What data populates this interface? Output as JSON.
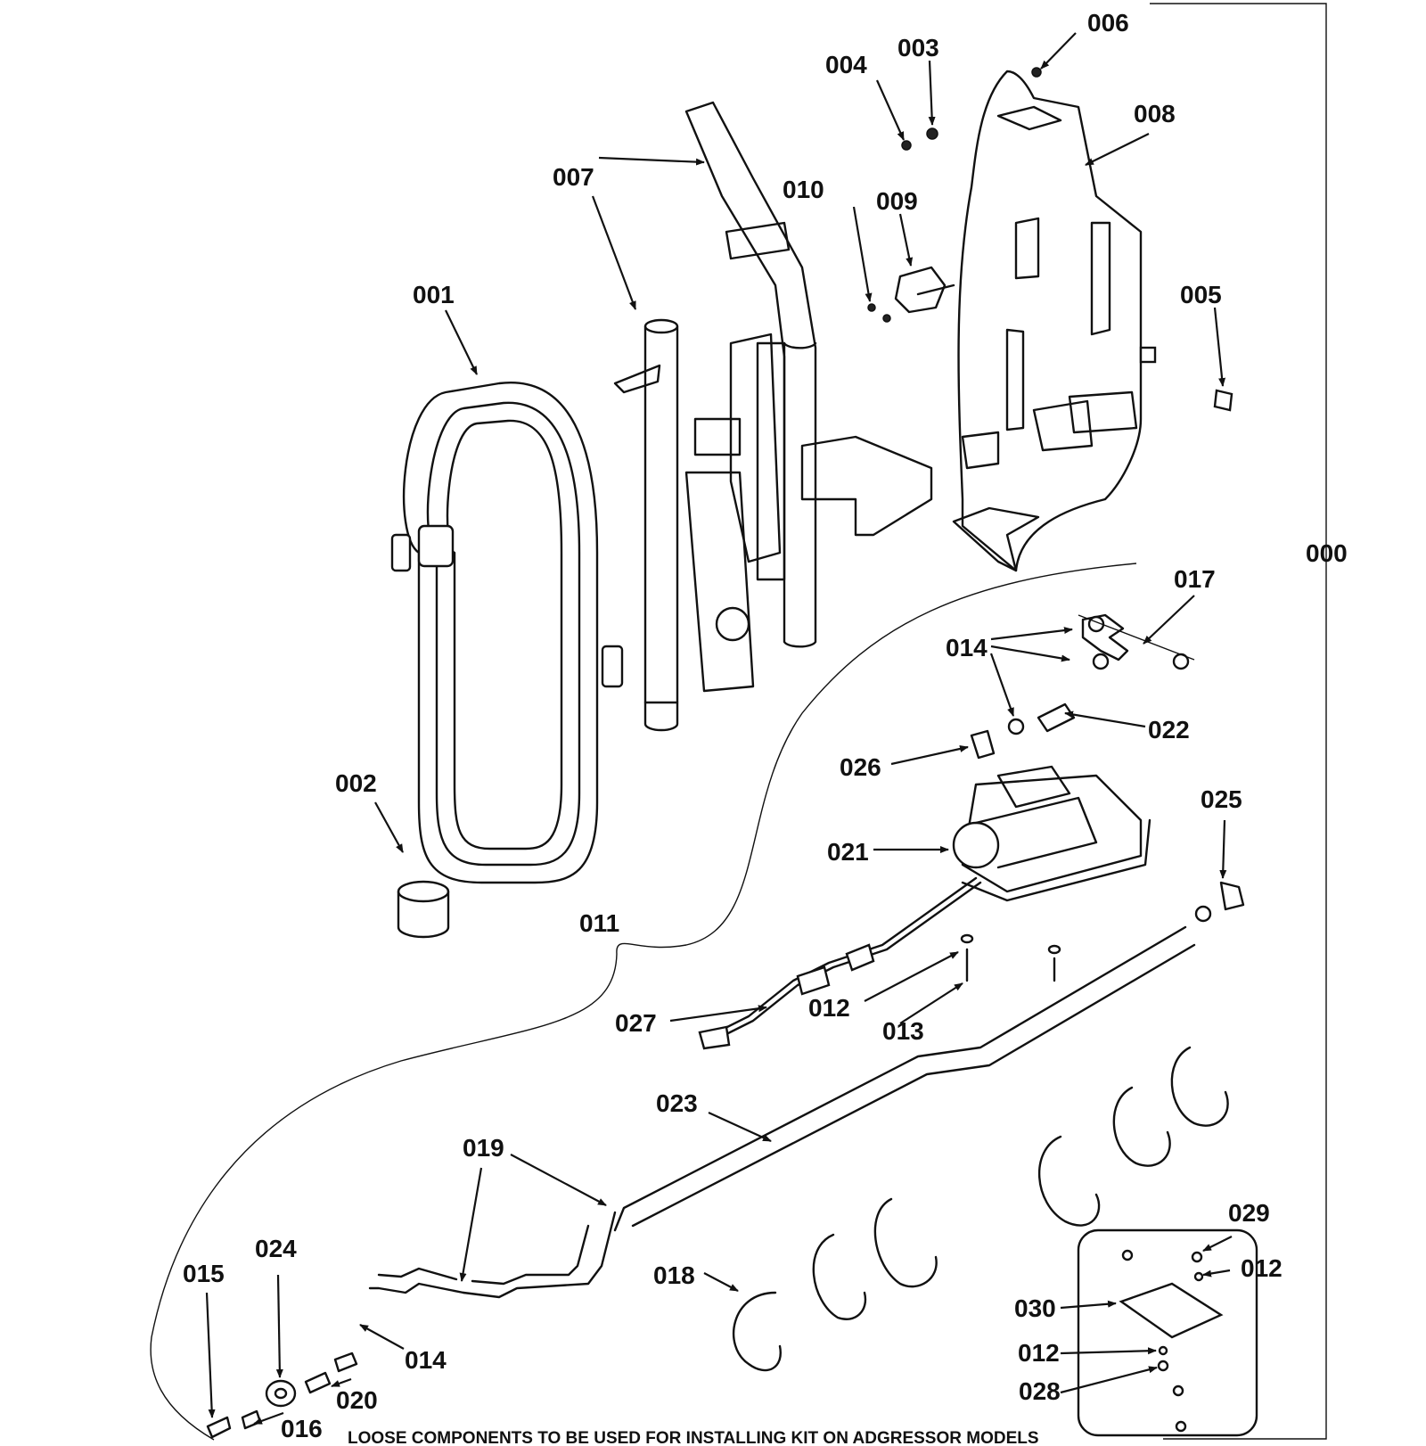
{
  "callouts": {
    "c000": "000",
    "c001": "001",
    "c002": "002",
    "c003": "003",
    "c004": "004",
    "c005": "005",
    "c006": "006",
    "c007": "007",
    "c008": "008",
    "c009": "009",
    "c010": "010",
    "c011": "011",
    "c012a": "012",
    "c012b": "012",
    "c012c": "012",
    "c013": "013",
    "c014a": "014",
    "c014b": "014",
    "c015": "015",
    "c016": "016",
    "c017": "017",
    "c018": "018",
    "c019": "019",
    "c020": "020",
    "c021": "021",
    "c022": "022",
    "c023": "023",
    "c024": "024",
    "c025": "025",
    "c026": "026",
    "c027": "027",
    "c028": "028",
    "c029": "029",
    "c030": "030"
  },
  "footnote": "LOOSE COMPONENTS TO BE USED FOR INSTALLING KIT ON ADGRESSOR MODELS"
}
